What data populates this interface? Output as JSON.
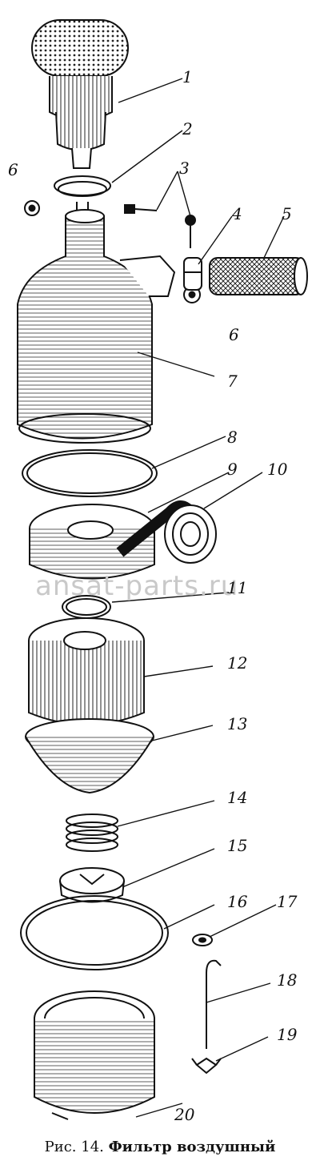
{
  "callouts": [
    "1",
    "2",
    "3",
    "4",
    "5",
    "6",
    "6",
    "7",
    "8",
    "9",
    "10",
    "11",
    "12",
    "13",
    "14",
    "15",
    "16",
    "17",
    "18",
    "19",
    "20"
  ],
  "watermark": "ansat-parts.ru",
  "caption": {
    "prefix": "Рис. 14.",
    "title": "Фильтр воздушный"
  },
  "colors": {
    "ink": "#111111",
    "paper": "#ffffff",
    "watermark": "#c9c9c9"
  }
}
